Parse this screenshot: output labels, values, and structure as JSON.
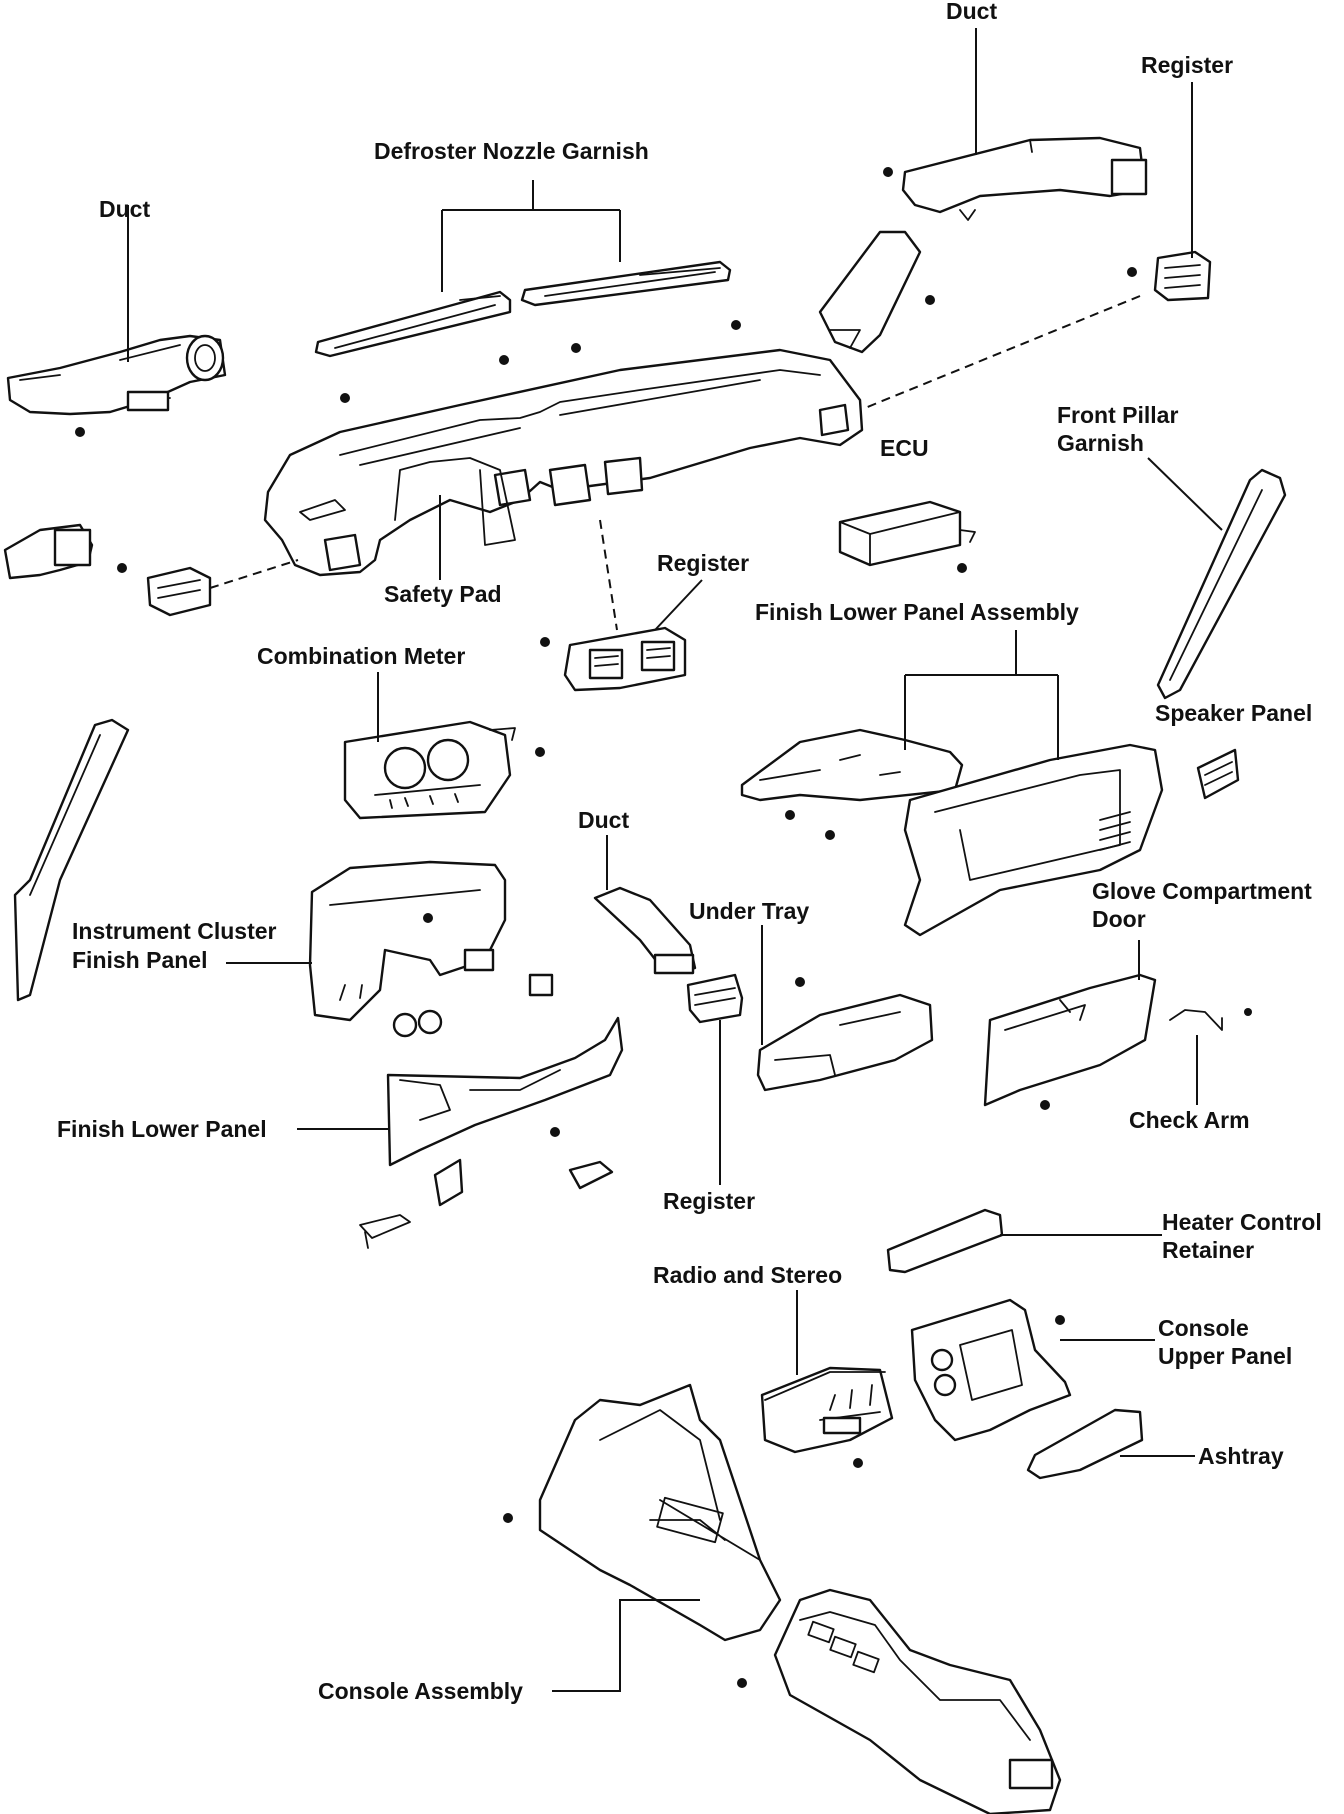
{
  "labels": {
    "duct_top": "Duct",
    "register_top": "Register",
    "defroster": "Defroster Nozzle Garnish",
    "duct_left": "Duct",
    "front_pillar_1": "Front Pillar",
    "front_pillar_2": "Garnish",
    "ecu": "ECU",
    "safety_pad": "Safety Pad",
    "register_mid": "Register",
    "finish_lower_assy": "Finish Lower Panel Assembly",
    "combination_meter": "Combination Meter",
    "speaker_panel": "Speaker Panel",
    "duct_mid": "Duct",
    "glove_door_1": "Glove Compartment",
    "glove_door_2": "Door",
    "under_tray": "Under Tray",
    "cluster_panel_1": "Instrument Cluster",
    "cluster_panel_2": "Finish Panel",
    "check_arm": "Check Arm",
    "finish_lower_panel": "Finish Lower Panel",
    "register_bottom": "Register",
    "heater_retainer_1": "Heater Control",
    "heater_retainer_2": "Retainer",
    "radio": "Radio and Stereo",
    "console_upper_1": "Console",
    "console_upper_2": "Upper Panel",
    "ashtray": "Ashtray",
    "console_assembly": "Console Assembly"
  }
}
